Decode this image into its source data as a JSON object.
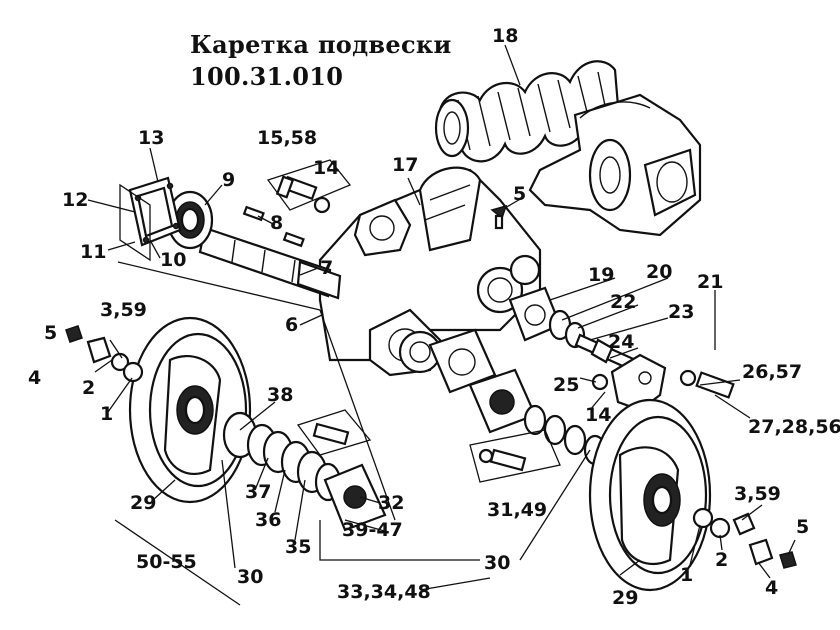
{
  "title": {
    "line1": "Каретка подвески",
    "line2": "100.31.010"
  },
  "labels": {
    "l18": "18",
    "l13": "13",
    "l9": "9",
    "l12": "12",
    "l11": "11",
    "l10": "10",
    "l8": "8",
    "l7": "7",
    "l6": "6",
    "l1558": "15,58",
    "l14a": "14",
    "l17": "17",
    "l5a": "5",
    "l19": "19",
    "l20": "20",
    "l21": "21",
    "l22": "22",
    "l23": "23",
    "l24": "24",
    "l25": "25",
    "l14b": "14",
    "l2657": "26,57",
    "l272856": "27,28,56",
    "l359a": "3,59",
    "l5b": "5",
    "l4a": "4",
    "l2a": "2",
    "l1a": "1",
    "l38": "38",
    "l37": "37",
    "l36": "36",
    "l35": "35",
    "l32": "32",
    "l3947": "39-47",
    "l3149": "31,49",
    "l29a": "29",
    "l30a": "30",
    "l5055": "50-55",
    "l30b": "30",
    "l333448": "33,34,48",
    "l29b": "29",
    "l1b": "1",
    "l2b": "2",
    "l4b": "4",
    "l359b": "3,59",
    "l5c": "5"
  }
}
